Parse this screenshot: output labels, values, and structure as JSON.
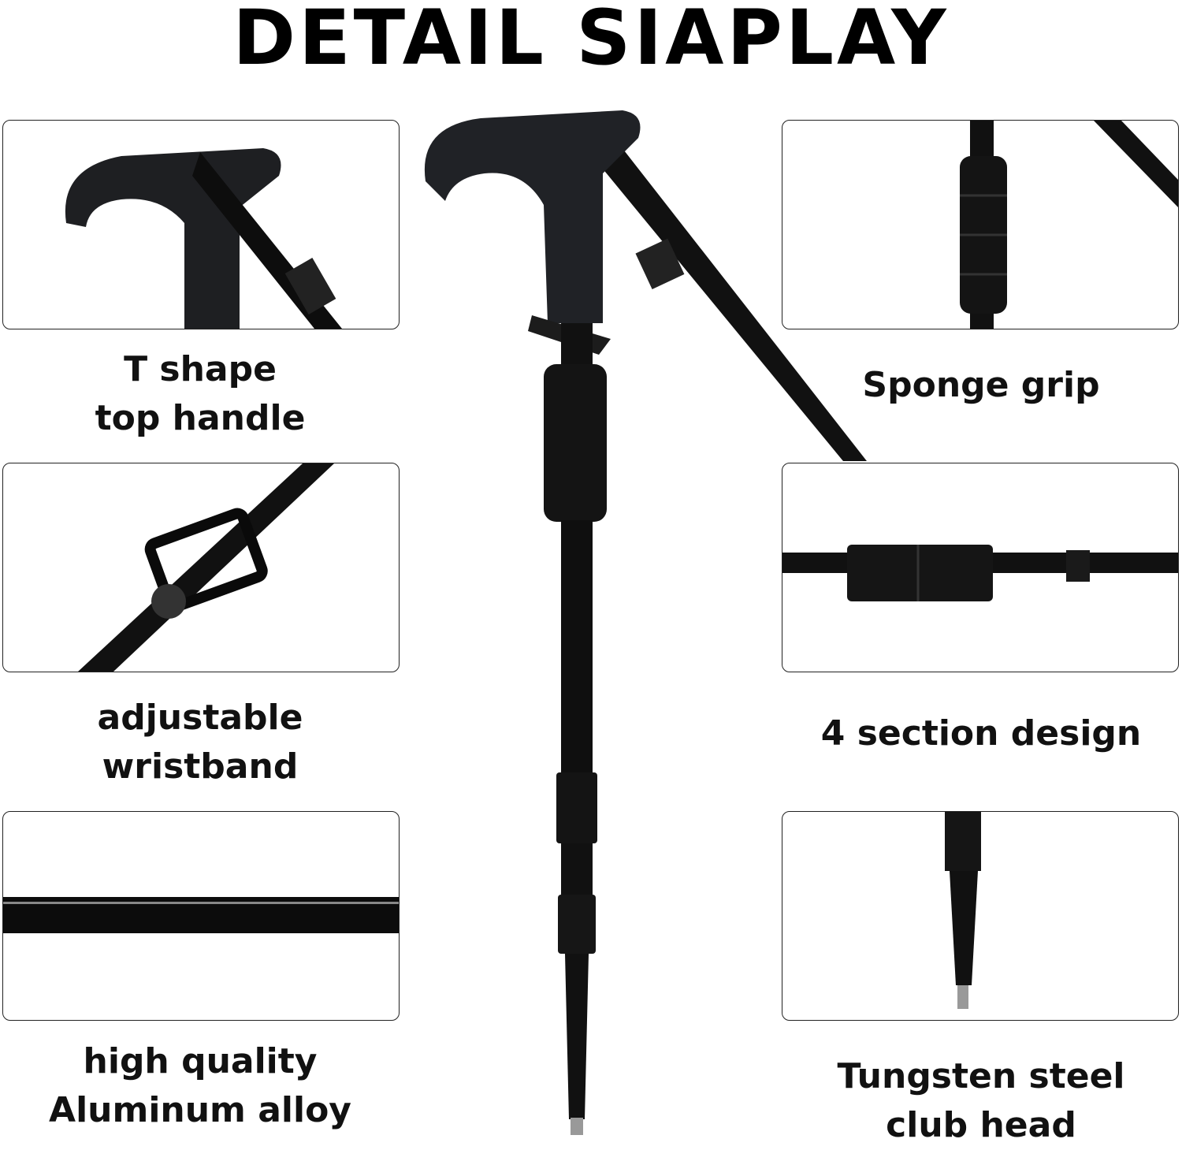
{
  "title": "DETAIL SIAPLAY",
  "features": {
    "t_handle": {
      "line1": "T shape",
      "line2": "top handle"
    },
    "wristband": {
      "line1": "adjustable",
      "line2": "wristband"
    },
    "alloy": {
      "line1": "high quality",
      "line2": "Aluminum alloy"
    },
    "sponge": {
      "line1": "Sponge grip"
    },
    "sections": {
      "line1": "4 section design"
    },
    "tip": {
      "line1": "Tungsten steel",
      "line2": "club head"
    }
  },
  "colors": {
    "product": "#111111",
    "border": "#222222"
  }
}
